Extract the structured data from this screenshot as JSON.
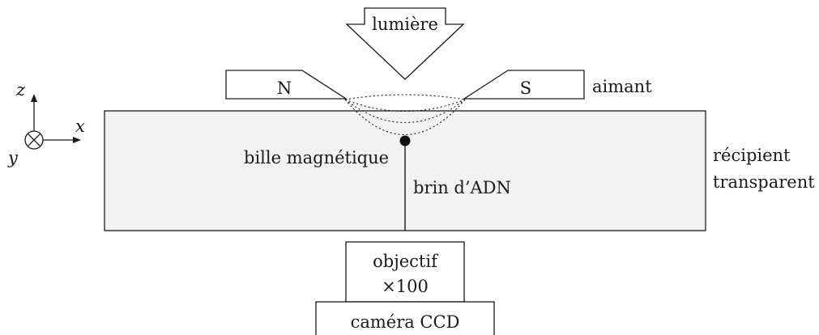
{
  "labels": {
    "light": "lumière",
    "north_pole": "N",
    "south_pole": "S",
    "magnet": "aimant",
    "container_line1": "récipient",
    "container_line2": "transparent",
    "bead": "bille magnétique",
    "dna": "brin d’ADN",
    "objective_line1": "objectif",
    "objective_line2": "×100",
    "camera": "caméra CCD"
  },
  "axes": {
    "x": "x",
    "y": "y",
    "z": "z"
  }
}
